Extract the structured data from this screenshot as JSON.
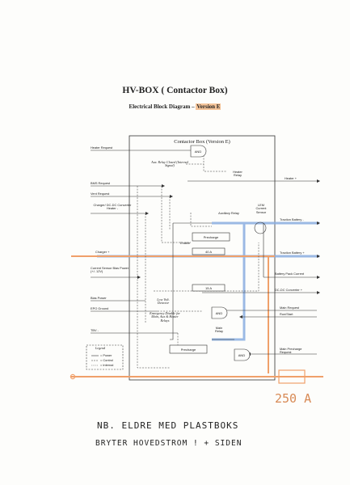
{
  "title": "HV-BOX ( Contactor Box)",
  "subtitle_prefix": "Electrical Block Diagram – ",
  "subtitle_version": "Version E",
  "box_title": "Contactor Box (Version E)",
  "left_signals": [
    "Heater Request",
    "BMS Request",
    "Vent Request",
    "Charger/ DC-DC Converter Heater -",
    "Charger +",
    "Current Sensor Bias Power (+/- 12V)",
    "Bias Power",
    "EPO Ground",
    "TBV -"
  ],
  "right_signals": [
    "Heater +",
    "Traction Battery -",
    "Traction Battery +",
    "Battery Pack Current",
    "DC-DC Converter +",
    "Main Request",
    "Run/Start",
    "Main Precharge Request"
  ],
  "blocks": {
    "and_top": "AND",
    "and_mid": "AND",
    "and_bot": "AND",
    "heater_relay": "Heater Relay",
    "aux_relay": "Auxiliary Relay",
    "lem": "LEM Current Sensor",
    "precharge_top": "Precharge",
    "precharge_bot": "Precharge",
    "enable": "Enable",
    "fuse_40": "40 A",
    "fuse_15": "15 A",
    "main_relay": "Main Relay"
  },
  "notes": {
    "aux_closed": "Aux. Relay Closed (Internal Signal)",
    "low_volt": "Low Volt. Detector",
    "emergency": "Emergency Disable for Main, Aux & Heater Relays"
  },
  "legend": {
    "title": "Legend",
    "power": "= Power",
    "control": "= Control",
    "internal": "= Internal"
  },
  "handwriting": {
    "amp": "250 A",
    "line1": "NB. ELDRE MED PLASTBOKS",
    "line2": "BRYTER HOVEDSTROM  !  + SIDEN"
  },
  "colors": {
    "orange": "#f0a06a",
    "blue": "#8aaee0",
    "ink": "#333333"
  }
}
